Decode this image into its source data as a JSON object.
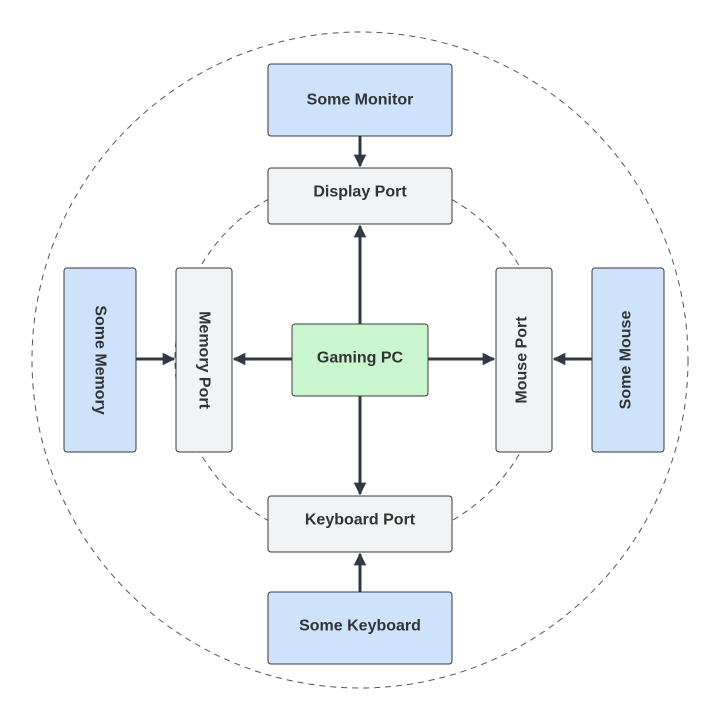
{
  "diagram": {
    "nodes": {
      "monitor": {
        "label": "Some Monitor",
        "kind": "external"
      },
      "display_port": {
        "label": "Display Port",
        "kind": "port"
      },
      "memory": {
        "label": "Some Memory",
        "kind": "external"
      },
      "memory_port": {
        "label": "Memory Port",
        "kind": "port"
      },
      "pc": {
        "label": "Gaming PC",
        "kind": "core"
      },
      "mouse_port": {
        "label": "Mouse Port",
        "kind": "port"
      },
      "mouse": {
        "label": "Some Mouse",
        "kind": "external"
      },
      "keyboard_port": {
        "label": "Keyboard Port",
        "kind": "port"
      },
      "keyboard": {
        "label": "Some Keyboard",
        "kind": "external"
      }
    },
    "edges": [
      {
        "from": "monitor",
        "to": "display_port"
      },
      {
        "from": "pc",
        "to": "display_port"
      },
      {
        "from": "memory",
        "to": "memory_port"
      },
      {
        "from": "pc",
        "to": "memory_port"
      },
      {
        "from": "pc",
        "to": "mouse_port"
      },
      {
        "from": "mouse",
        "to": "mouse_port"
      },
      {
        "from": "pc",
        "to": "keyboard_port"
      },
      {
        "from": "keyboard",
        "to": "keyboard_port"
      }
    ],
    "colors": {
      "external_fill": "#cfe2fc",
      "port_fill": "#f2f3f5",
      "core_fill": "#c9f5cf",
      "box_stroke": "#3a3a3a",
      "arrow": "#333942",
      "boundary": "#555555",
      "text": "#333333"
    },
    "boundaries": [
      "outer-dashed-circle",
      "inner-dashed-circle"
    ]
  }
}
